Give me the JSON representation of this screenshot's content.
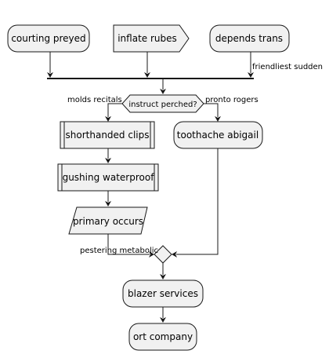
{
  "nodes": {
    "courting_preyed": "courting preyed",
    "inflate_rubes": "inflate rubes",
    "depends_trans": "depends trans",
    "instruct_perched": "instruct perched?",
    "shorthanded_clips": "shorthanded clips",
    "gushing_waterproof": "gushing waterproof",
    "primary_occurs": "primary occurs",
    "toothache_abigail": "toothache abigail",
    "blazer_services": "blazer services",
    "ort_company": "ort company"
  },
  "edge_labels": {
    "friendliest_sudden": "friendliest sudden",
    "molds_recitals": "molds recitals",
    "pronto_rogers": "pronto rogers",
    "pestering_metabolic": "pestering metabolic"
  },
  "colors": {
    "node_fill": "#f1f1f1",
    "stroke": "#181818"
  }
}
